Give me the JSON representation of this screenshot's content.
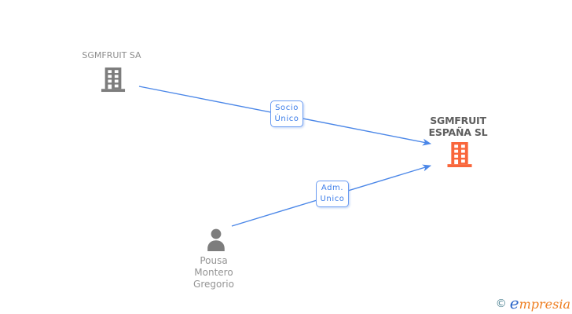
{
  "diagram": {
    "colors": {
      "edge": "#4b87e8",
      "edge_label_border": "#6b9cf2",
      "edge_label_text": "#3c7de9",
      "gray_icon": "#7d7d7d",
      "gray_text": "#8d8d8d",
      "dark_text": "#5e5e5e",
      "orange_icon": "#f9663b"
    },
    "nodes": {
      "sgmfruit_sa": {
        "name": "SGMFRUIT SA",
        "icon": "building-icon"
      },
      "sgmfruit_espana": {
        "line1": "SGMFRUIT",
        "line2": "ESPAÑA SL",
        "icon": "building-icon"
      },
      "pousa": {
        "line1": "Pousa",
        "line2": "Montero",
        "line3": "Gregorio",
        "icon": "person-icon"
      }
    },
    "edges": {
      "socio_unico": {
        "from": "SGMFRUIT SA",
        "to": "SGMFRUIT ESPAÑA SL",
        "line1": "Socio",
        "line2": "Único"
      },
      "adm_unico": {
        "from": "Pousa Montero Gregorio",
        "to": "SGMFRUIT ESPAÑA SL",
        "line1": "Adm.",
        "line2": "Unico"
      }
    },
    "watermark": {
      "copyright": "©",
      "brand_initial": "e",
      "brand_rest": "mpresia"
    }
  }
}
